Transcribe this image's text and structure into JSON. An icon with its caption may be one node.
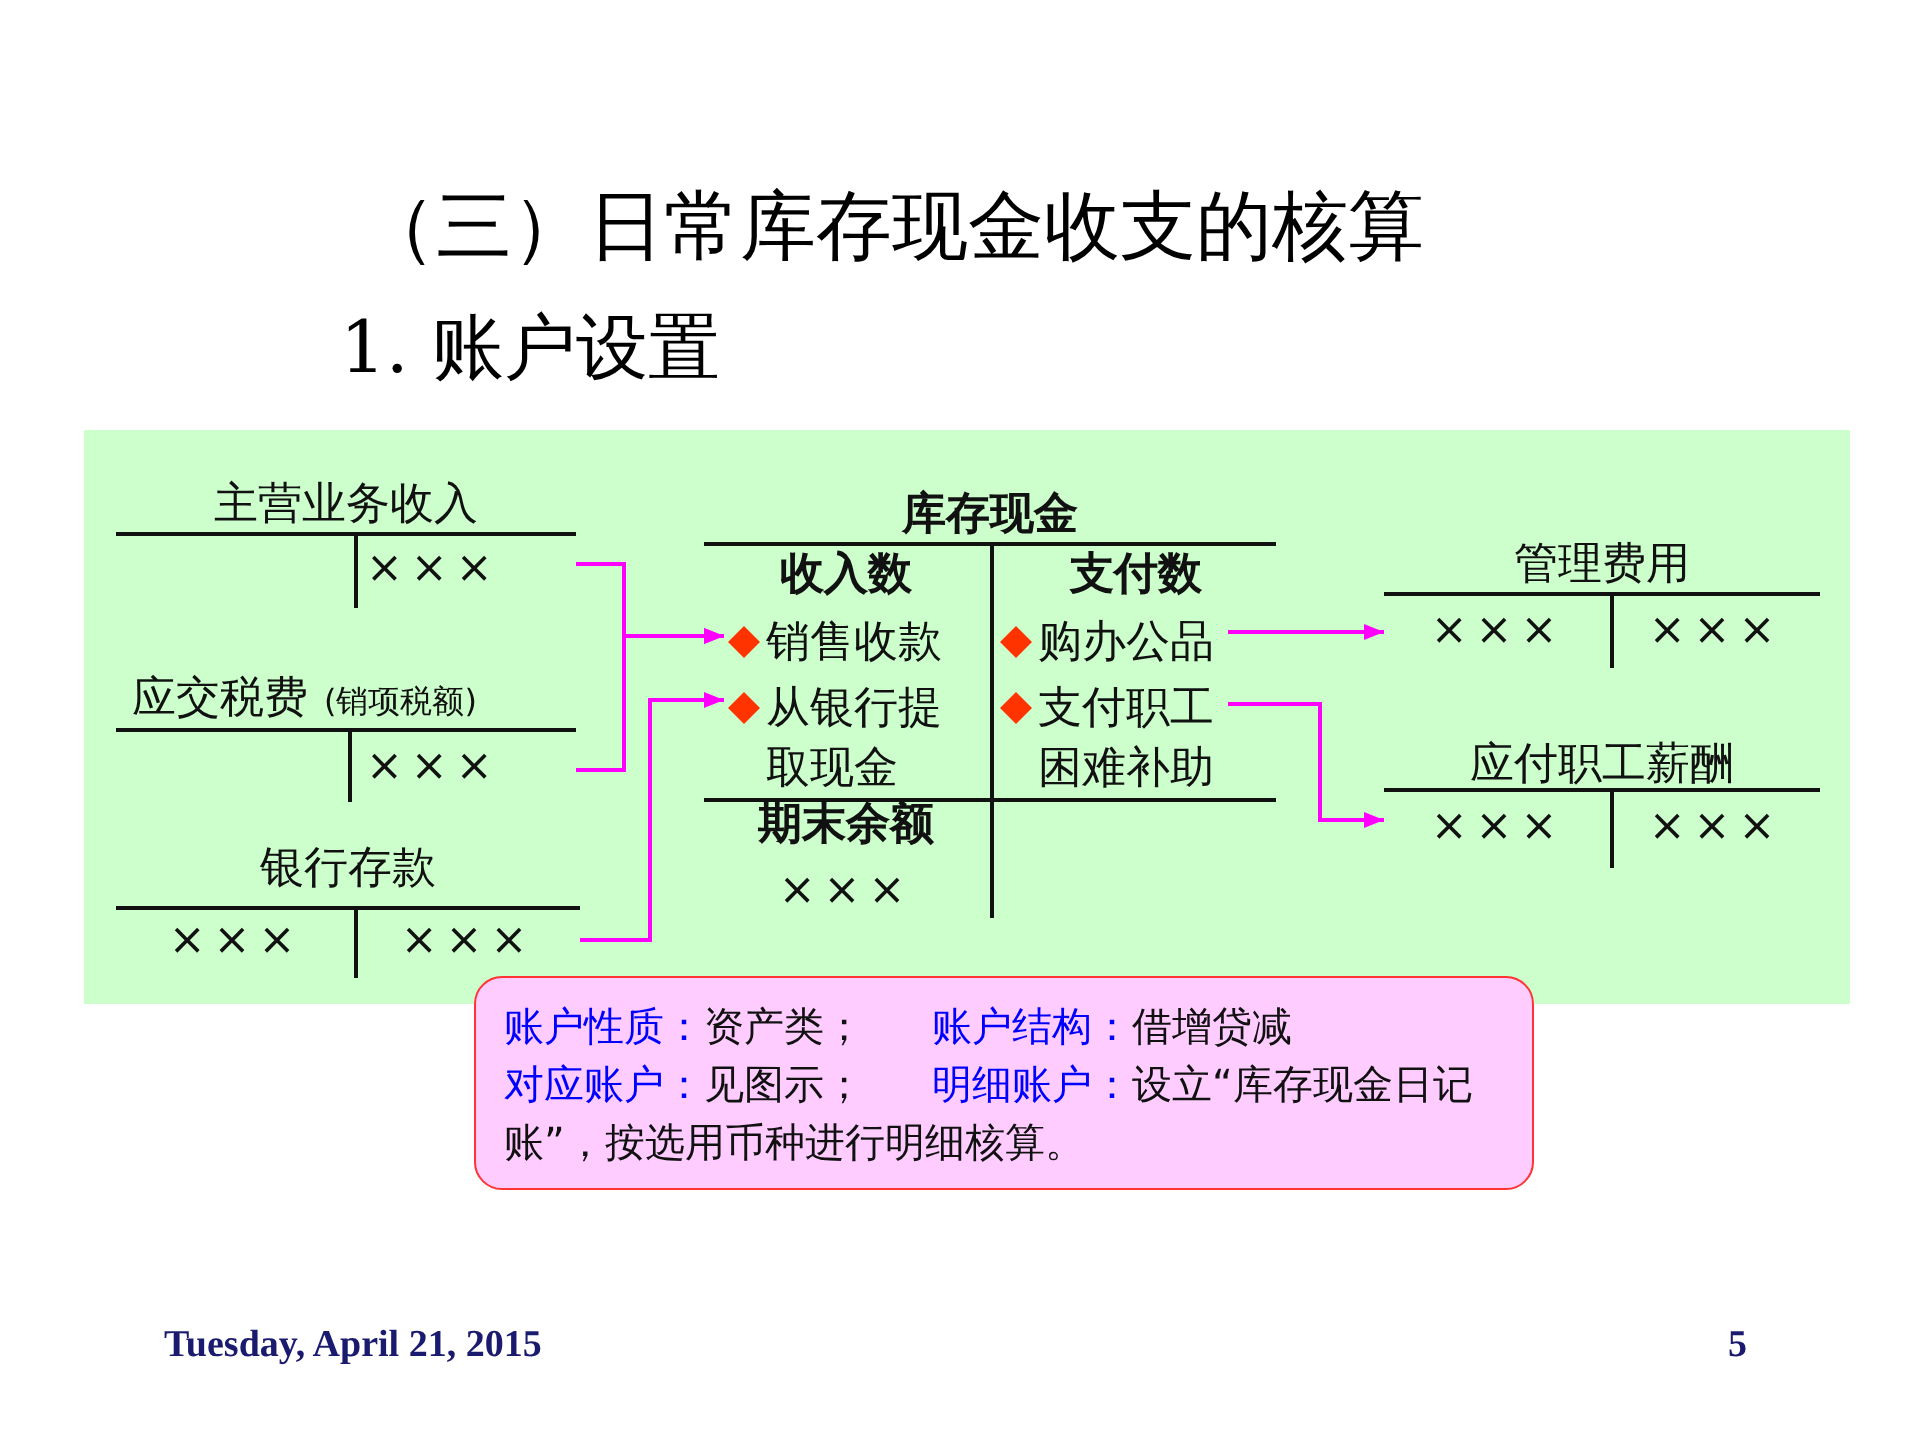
{
  "diagram": {
    "title": "（三）日常库存现金收支的核算",
    "nodes": [
      {
        "text": [
          "主营业务收入",
          "×××"
        ]
      },
      {
        "text": [
          "应交税费",
          "(销项税额)",
          "×××"
        ]
      },
      {
        "text": [
          "银行存款",
          "×××",
          "×××"
        ]
      },
      {
        "text": [
          "库存现金",
          "收入数",
          "支付数",
          "期末余额",
          "×××"
        ]
      },
      {
        "text": [
          "销售收款"
        ],
        "in": 3
      },
      {
        "text": [
          "从银行提取现金"
        ],
        "in": 3
      },
      {
        "text": [
          "购办公品"
        ],
        "in": 3
      },
      {
        "text": [
          "支付职工困难补助"
        ],
        "in": 3
      },
      {
        "text": [
          "管理费用",
          "×××",
          "×××"
        ]
      },
      {
        "text": [
          "应付职工薪酬",
          "×××",
          "×××"
        ]
      },
      {
        "text": [
          "账户性质：",
          "资产类；",
          "账户结构：",
          "借增贷减",
          "对应账户：",
          "见图示；",
          "明细账户：",
          "设立“库存现金日记账”，按选用币种进行明细核算。"
        ]
      }
    ],
    "edges": [
      {
        "from": 0,
        "to": 4,
        "arrow": "to"
      },
      {
        "from": 1,
        "to": 4,
        "arrow": "to"
      },
      {
        "from": 2,
        "to": 5,
        "arrow": "to"
      },
      {
        "from": 6,
        "to": 8,
        "arrow": "to"
      },
      {
        "from": 7,
        "to": 9,
        "arrow": "to"
      }
    ],
    "labels": [
      "1. 账户设置",
      "Tuesday, April 21, 2015",
      "5"
    ]
  }
}
